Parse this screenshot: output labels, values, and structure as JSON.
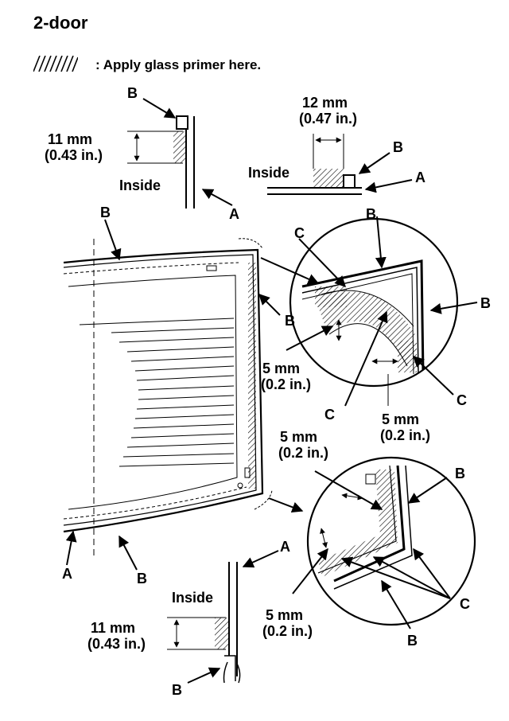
{
  "title": "2-door",
  "legend": {
    "text": ": Apply glass primer here."
  },
  "labels": {
    "A": "A",
    "B": "B",
    "C": "C",
    "inside": "Inside",
    "mm11": "11 mm",
    "in043": "(0.43 in.)",
    "mm12": "12 mm",
    "in047": "(0.47 in.)",
    "mm5": "5 mm",
    "in02": "(0.2 in.)"
  }
}
